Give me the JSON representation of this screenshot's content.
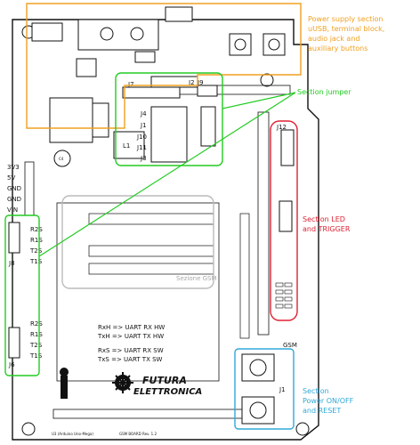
{
  "callouts": {
    "power": {
      "lines": [
        "Power supply section",
        "uUSB, terminal block,",
        "audio jack and",
        "auxiliary buttons"
      ],
      "color": "#f0a020"
    },
    "jumper": {
      "text": "Section jumper",
      "color": "#22cc22"
    },
    "led": {
      "lines": [
        "Section LED",
        "and TRIGGER"
      ],
      "color": "#dd2233"
    },
    "gsm": {
      "text": "Sezione GSM",
      "color": "#a8a8a8"
    },
    "button": {
      "lines": [
        "Section",
        "Power ON/OFF",
        "and RESET"
      ],
      "color": "#30a8d8"
    }
  },
  "board": {
    "jumpers": [
      "J2",
      "J7",
      "J9",
      "J4",
      "J1",
      "J10",
      "J11",
      "J3"
    ],
    "left_labels": [
      "3V3",
      "5V",
      "GND",
      "GND",
      "VIN"
    ],
    "j8": {
      "name": "J8",
      "pins": [
        "R2S",
        "R1S",
        "T2S",
        "T1S"
      ]
    },
    "j6": {
      "name": "J6",
      "pins": [
        "R2S",
        "R1S",
        "T2S",
        "T1S"
      ]
    },
    "uart_lines": [
      "RxH => UART RX HW",
      "TxH => UART TX HW",
      "RxS => UART RX SW",
      "TxS => UART TX SW"
    ],
    "logo": [
      "FUTURA",
      "ELETTRONICA"
    ],
    "bottom_text": [
      "U3 (Arduino Uno-Mega)",
      "GSM BOARD Rev. 1.2"
    ],
    "right_parts": [
      "J12",
      "J1",
      "GSM"
    ]
  }
}
